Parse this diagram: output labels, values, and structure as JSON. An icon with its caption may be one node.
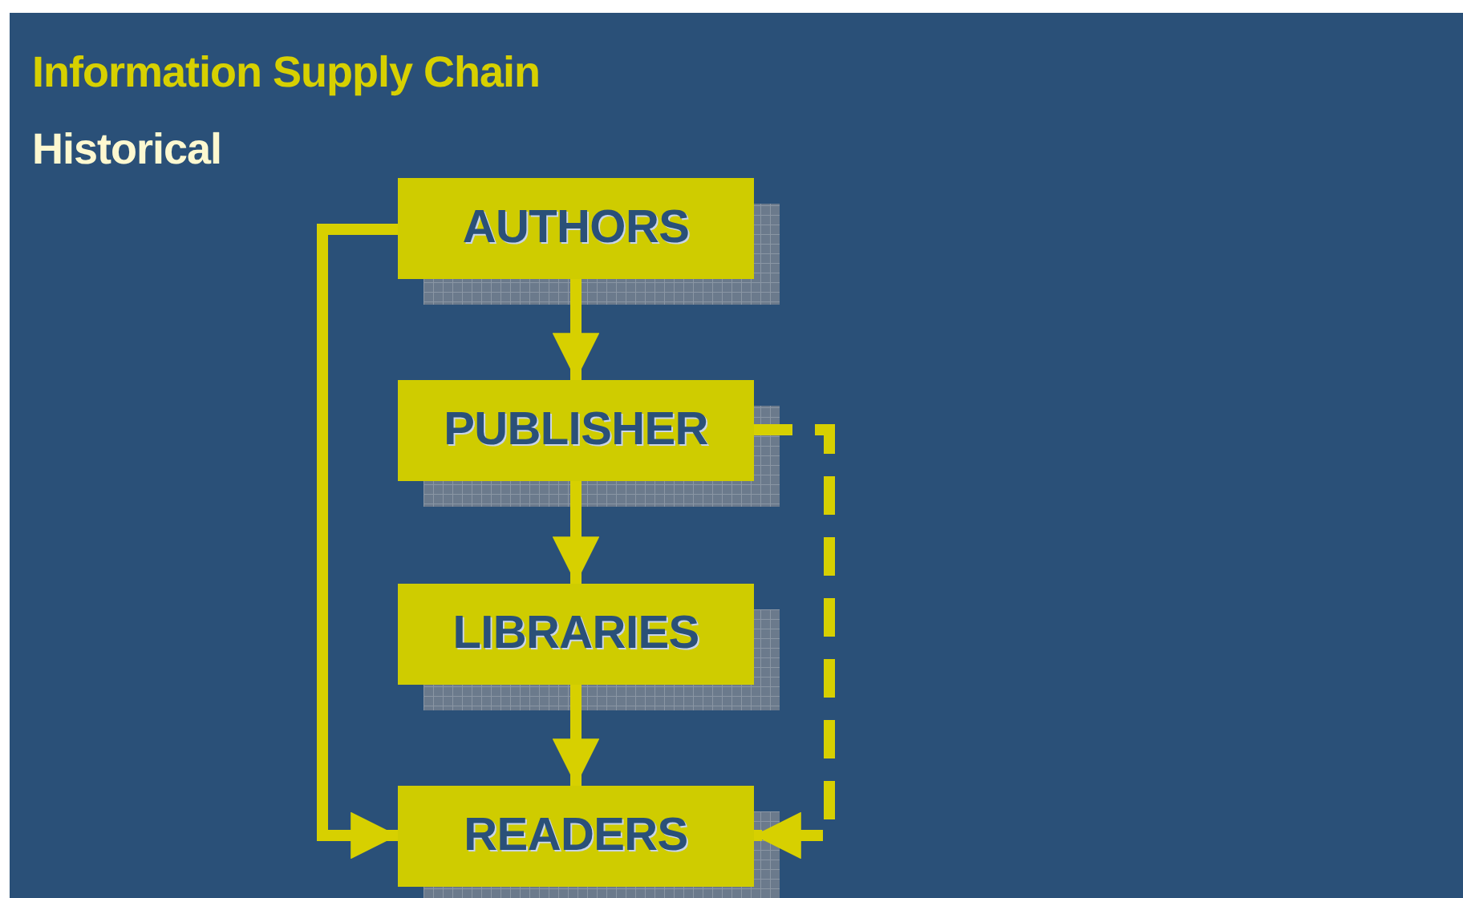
{
  "diagram": {
    "title": "Information Supply Chain",
    "nodes": [
      {
        "text": [
          "AUTHORS"
        ]
      },
      {
        "text": [
          "PUBLISHER"
        ]
      },
      {
        "text": [
          "LIBRARIES"
        ]
      },
      {
        "text": [
          "READERS"
        ]
      }
    ],
    "edges": [
      {
        "from": 0,
        "to": 1,
        "arrow": "to"
      },
      {
        "from": 1,
        "to": 2,
        "arrow": "to"
      },
      {
        "from": 2,
        "to": 3,
        "arrow": "to"
      },
      {
        "from": 0,
        "to": 3,
        "arrow": "to"
      },
      {
        "from": 1,
        "to": 3,
        "arrow": "to",
        "style": "dashed"
      }
    ],
    "labels": [
      "Historical"
    ]
  }
}
